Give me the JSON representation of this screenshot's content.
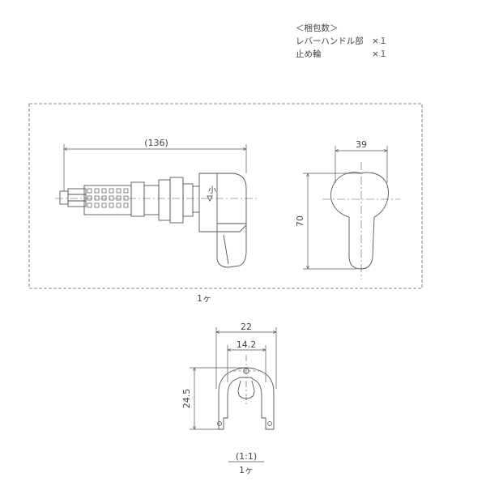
{
  "packing": {
    "title": "＜梱包数＞",
    "items": [
      {
        "name": "レバーハンドル部",
        "qty": "×１"
      },
      {
        "name": "止め輪",
        "qty": "×１"
      }
    ]
  },
  "lever_assembly": {
    "length_dim": "(136)",
    "width_dim": "39",
    "height_dim": "70",
    "small_mark": "小",
    "quantity_label": "1ヶ"
  },
  "retaining_ring": {
    "outer_width_dim": "22",
    "inner_width_dim": "14.2",
    "height_dim": "24.5",
    "scale_label": "(1:1)",
    "quantity_label": "1ヶ"
  }
}
